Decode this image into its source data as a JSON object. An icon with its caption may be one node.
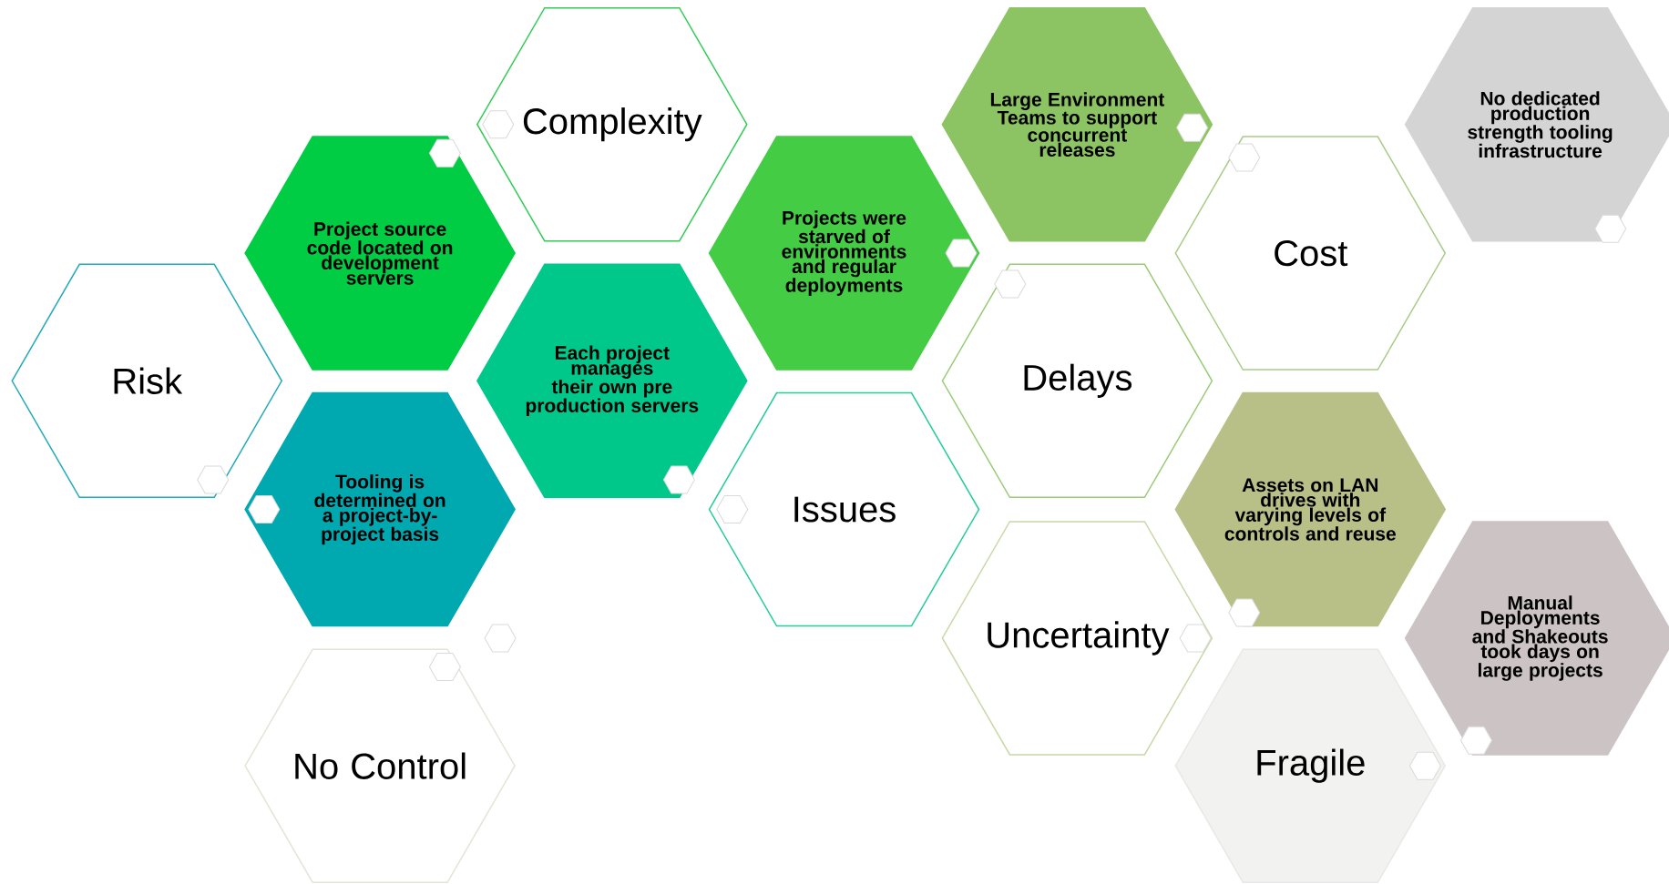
{
  "diagram": {
    "nodes": [
      {
        "text": [
          "Complexity"
        ]
      },
      {
        "text": [
          "Project source code located on development servers"
        ]
      },
      {
        "text": [
          "Risk"
        ]
      },
      {
        "text": [
          "Each project manages their own pre production servers"
        ]
      },
      {
        "text": [
          "Tooling is determined on a project-by-project basis"
        ]
      },
      {
        "text": [
          "No Control"
        ]
      },
      {
        "text": [
          "Projects were starved of environments and regular deployments"
        ]
      },
      {
        "text": [
          "Issues"
        ]
      },
      {
        "text": [
          "Large Environment Teams to support concurrent releases"
        ]
      },
      {
        "text": [
          "Delays"
        ]
      },
      {
        "text": [
          "Uncertainty"
        ]
      },
      {
        "text": [
          "Cost"
        ]
      },
      {
        "text": [
          "Assets on LAN drives with varying levels of controls and reuse"
        ]
      },
      {
        "text": [
          "Fragile"
        ]
      },
      {
        "text": [
          "No dedicated production strength tooling infrastructure"
        ]
      },
      {
        "text": [
          "Manual Deployments and Shakeouts took days on large projects"
        ]
      }
    ]
  }
}
